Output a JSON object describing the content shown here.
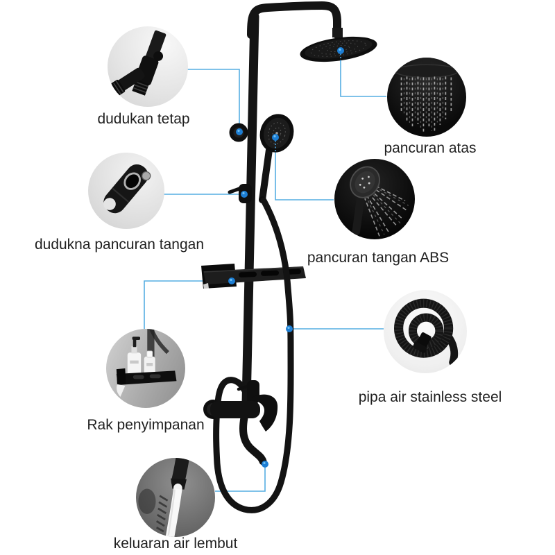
{
  "callouts": [
    {
      "id": "dudukan-tetap",
      "label": "dudukan tetap",
      "icon": "fixed-mount-fitting-photo"
    },
    {
      "id": "pancuran-atas",
      "label": "pancuran atas",
      "icon": "rain-shower-head-photo"
    },
    {
      "id": "dudukna-pancuran-tangan",
      "label": "dudukna pancuran tangan",
      "icon": "hand-shower-bracket-photo"
    },
    {
      "id": "pancuran-tangan-abs",
      "label": "pancuran tangan ABS",
      "icon": "hand-shower-spray-photo"
    },
    {
      "id": "rak-penyimpanan",
      "label": "Rak penyimpanan",
      "icon": "storage-shelf-photo"
    },
    {
      "id": "pipa-air-stainless-steel",
      "label": "pipa air stainless steel",
      "icon": "coiled-hose-photo"
    },
    {
      "id": "keluaran-air-lembut",
      "label": "keluaran air lembut",
      "icon": "soft-water-outlet-photo"
    }
  ],
  "colors": {
    "background": "#ffffff",
    "connector_line": "#55ade2",
    "marker_dot": "#1d7ed4",
    "label_text": "#1f1f1f",
    "product_black": "#131313"
  }
}
